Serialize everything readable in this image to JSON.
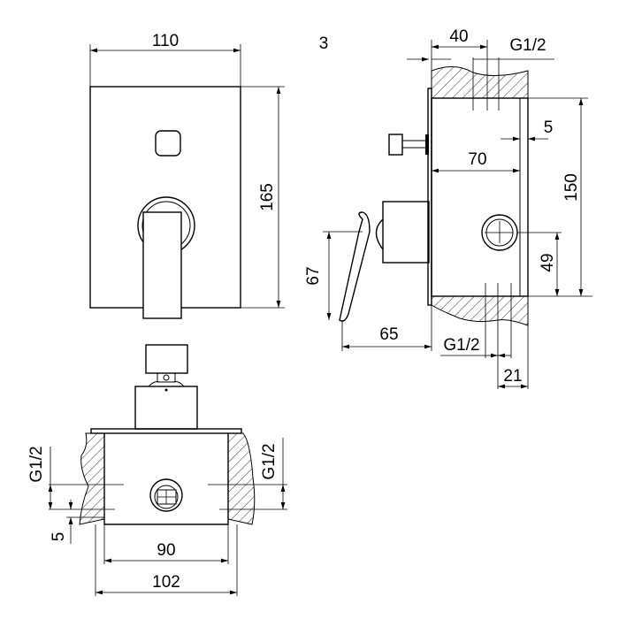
{
  "front_view": {
    "width": "110",
    "height": "165"
  },
  "side_view": {
    "plate": "3",
    "depth_40": "40",
    "thread_top": "G1/2",
    "offset": "5",
    "box_depth": "70",
    "box_height": "150",
    "outlet_height": "49",
    "lever_height": "67",
    "lever_reach": "65",
    "thread_bottom": "G1/2",
    "outlet_offset": "21"
  },
  "bottom_view": {
    "thread_left": "G1/2",
    "thread_right": "G1/2",
    "offset": "5",
    "inner_width": "90",
    "outer_width": "102"
  }
}
